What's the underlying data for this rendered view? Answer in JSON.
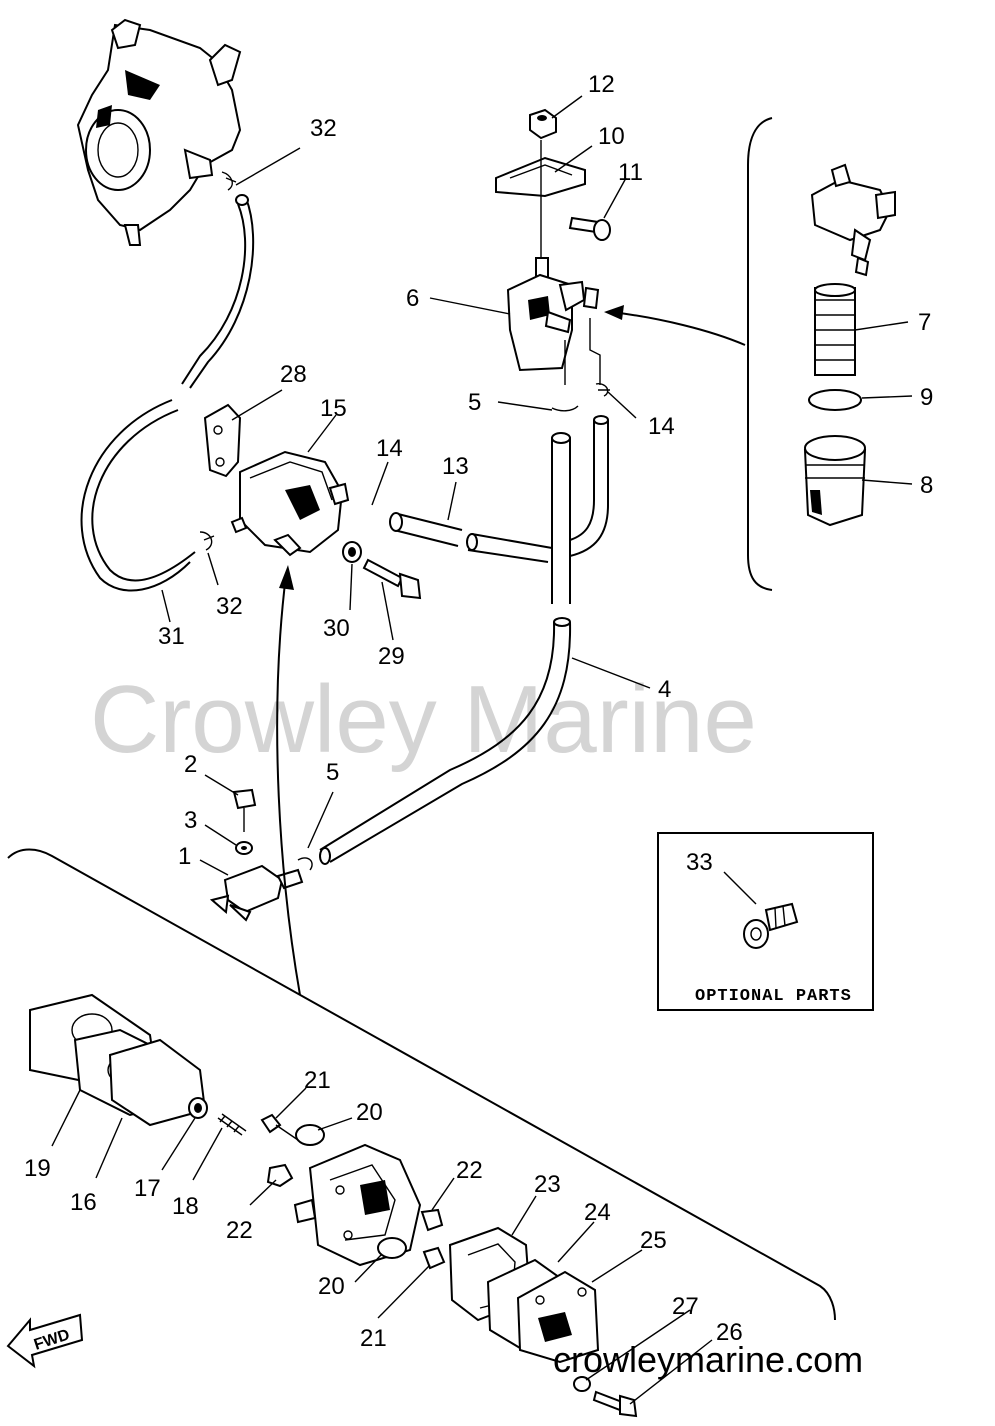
{
  "watermark": "Crowley Marine",
  "site": "crowleymarine.com",
  "optional_box": {
    "label": "OPTIONAL PARTS",
    "part_number": "33"
  },
  "direction_label": "FWD",
  "callouts": {
    "p1": "1",
    "p2": "2",
    "p3": "3",
    "p4": "4",
    "p5a": "5",
    "p5b": "5",
    "p6": "6",
    "p7": "7",
    "p8": "8",
    "p9": "9",
    "p10": "10",
    "p11": "11",
    "p12": "12",
    "p13": "13",
    "p14a": "14",
    "p14b": "14",
    "p15": "15",
    "p16": "16",
    "p17": "17",
    "p18": "18",
    "p19": "19",
    "p20a": "20",
    "p20b": "20",
    "p21a": "21",
    "p21b": "21",
    "p22a": "22",
    "p22b": "22",
    "p23": "23",
    "p24": "24",
    "p25": "25",
    "p26": "26",
    "p27": "27",
    "p28": "28",
    "p29": "29",
    "p30": "30",
    "p31": "31",
    "p32a": "32",
    "p32b": "32"
  }
}
